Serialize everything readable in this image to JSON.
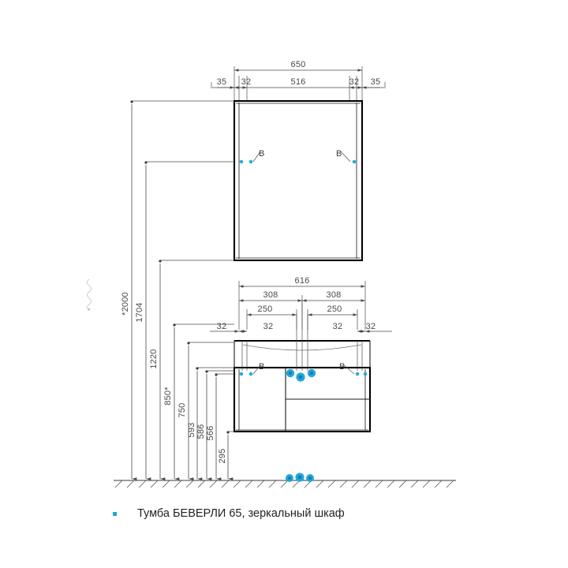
{
  "document": {
    "type": "technical-drawing",
    "title_caption": "Тумба БЕВЕРЛИ 65, зеркальный шкаф",
    "bullet_color": "#23a6c9",
    "accent_color": "#21a7d8",
    "line_color": "#1a1a1a",
    "dim_color": "#4a4a4a",
    "background": "#ffffff"
  },
  "mirror_cabinet": {
    "name": "зеркальный шкаф",
    "horizontal_dimensions": {
      "overall": "650",
      "chain": [
        "35",
        "32",
        "516",
        "32",
        "35"
      ]
    },
    "hinge_labels": [
      "B",
      "B"
    ]
  },
  "vanity_unit": {
    "name": "Тумба БЕВЕРЛИ 65",
    "horizontal_dimensions": {
      "overall": "616",
      "halves": [
        "308",
        "308"
      ],
      "inner": [
        "250",
        "250"
      ],
      "thickness": [
        "32",
        "32",
        "32",
        "32"
      ]
    },
    "hinge_labels": [
      "B",
      "B"
    ]
  },
  "vertical_dimensions": [
    {
      "value": "*2000",
      "note": "overall height with asterisk"
    },
    {
      "value": "1704"
    },
    {
      "value": "1220"
    },
    {
      "value": "850*"
    },
    {
      "value": "750"
    },
    {
      "value": "593"
    },
    {
      "value": "586"
    },
    {
      "value": "566"
    },
    {
      "value": "295"
    }
  ],
  "markers": {
    "cabinet_marks": [
      "a",
      "b",
      "c"
    ],
    "floor_marks": [
      "a",
      "b",
      "c"
    ]
  }
}
